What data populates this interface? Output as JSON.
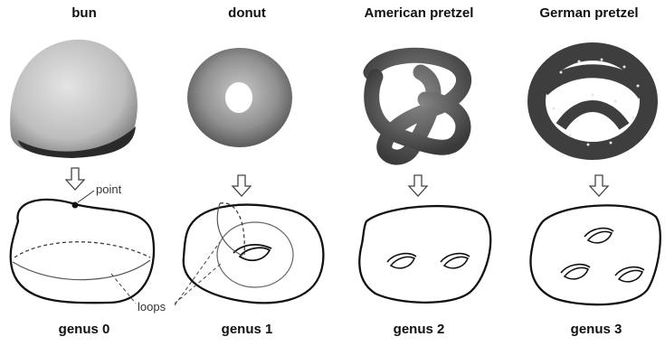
{
  "columns": [
    {
      "title": "bun",
      "caption": "genus 0"
    },
    {
      "title": "donut",
      "caption": "genus 1"
    },
    {
      "title": "American pretzel",
      "caption": "genus 2"
    },
    {
      "title": "German pretzel",
      "caption": "genus 3"
    }
  ],
  "annotations": {
    "point": "point",
    "loops": "loops"
  },
  "colors": {
    "bun": "#bdbdbd",
    "donut": "#8f8f8f",
    "pretzel": "#5a5a5a",
    "outline": "#111111"
  }
}
